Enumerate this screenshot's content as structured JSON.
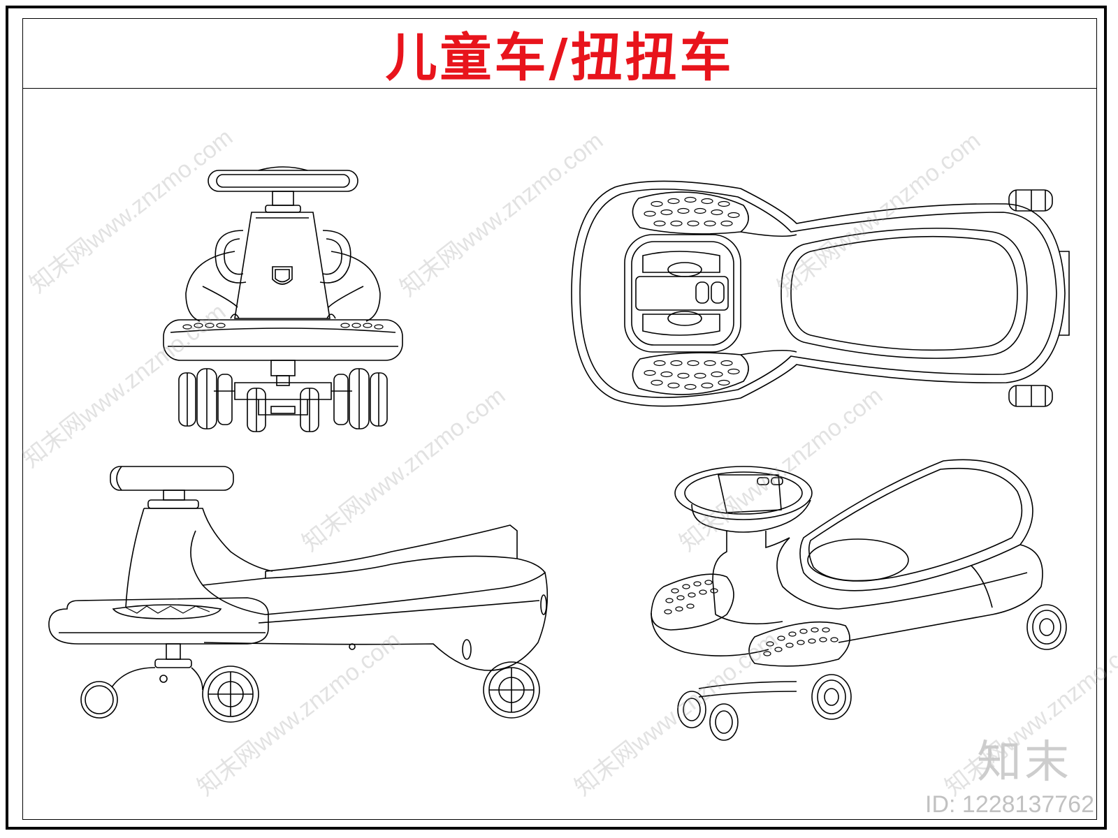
{
  "title": "儿童车/扭扭车",
  "colors": {
    "title": "#e8141c",
    "line": "#000000",
    "watermark": "#a0a0a0"
  },
  "watermark": {
    "text": "知末网www.znzmo.com"
  },
  "brand": {
    "logo_text": "知末",
    "id_text": "ID: 1228137762"
  }
}
